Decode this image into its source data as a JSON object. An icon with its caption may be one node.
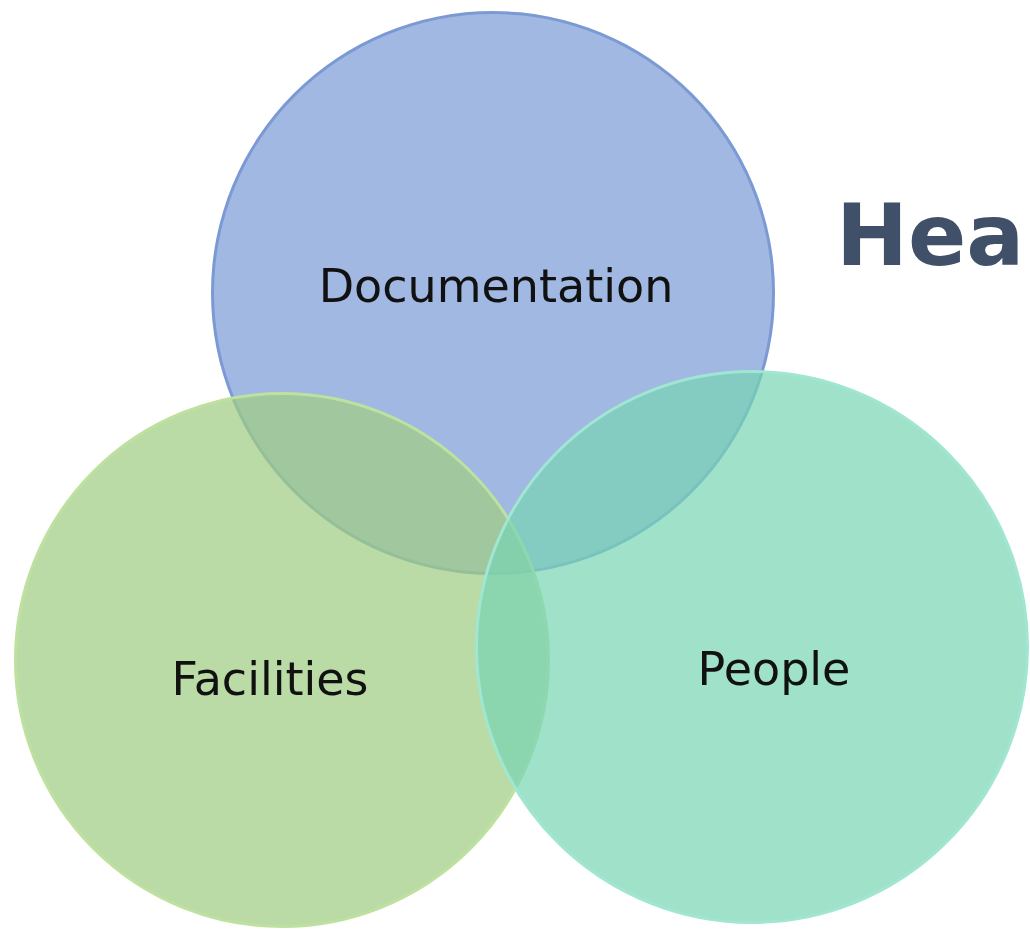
{
  "diagram": {
    "nodes": [
      {
        "text": [
          "Documentation"
        ]
      },
      {
        "text": [
          "Facilities"
        ]
      },
      {
        "text": [
          "People"
        ]
      }
    ],
    "labels": [
      "Hea"
    ]
  }
}
